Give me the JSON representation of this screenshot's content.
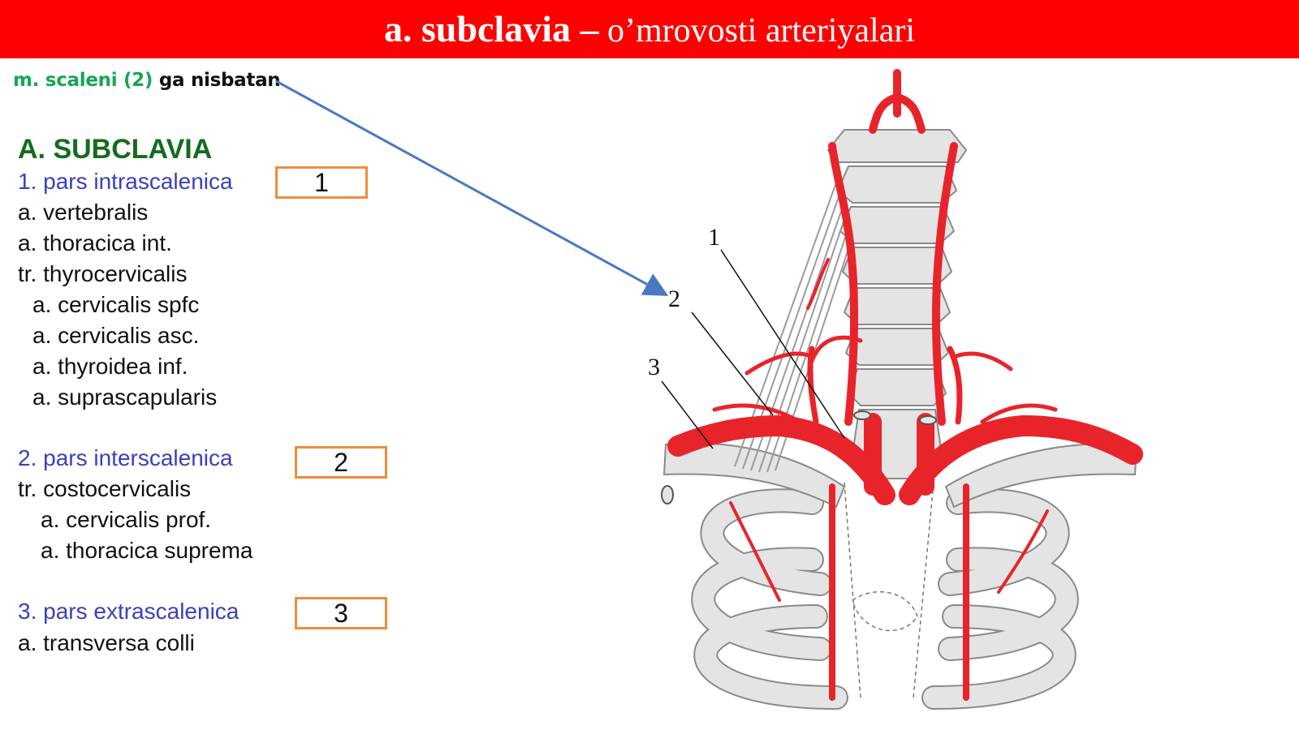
{
  "title": {
    "bold": "a. subclavia –",
    "normal": " o’mrovosti arteriyalari"
  },
  "subtitle": {
    "green": "m. scaleni (2)",
    "black": " ga nisbatan"
  },
  "heading": "A. SUBCLAVIA",
  "part1": {
    "label": "1. pars intrascalenica",
    "box": "1",
    "branches": [
      "a. vertebralis",
      "a. thoracica int.",
      "tr. thyrocervicalis",
      "a. cervicalis spfc",
      "a. cervicalis asc.",
      "a. thyroidea inf.",
      "a. suprascapularis"
    ]
  },
  "part2": {
    "label": "2. pars interscalenica",
    "box": "2",
    "branches": [
      "tr. costocervicalis",
      "a. cervicalis prof.",
      "a. thoracica suprema"
    ]
  },
  "part3": {
    "label": "3. pars extrascalenica",
    "box": "3",
    "branches": [
      "a. transversa colli"
    ]
  },
  "figure": {
    "labels": [
      "1",
      "2",
      "3"
    ]
  },
  "colors": {
    "title_bar": "#fe0000",
    "artery": "#e8242b",
    "bone": "#e4e4e4",
    "heading": "#156b1e",
    "part_label": "#3b3fbd",
    "box_border": "#ef8c3c",
    "arrow": "#4a79c4"
  }
}
